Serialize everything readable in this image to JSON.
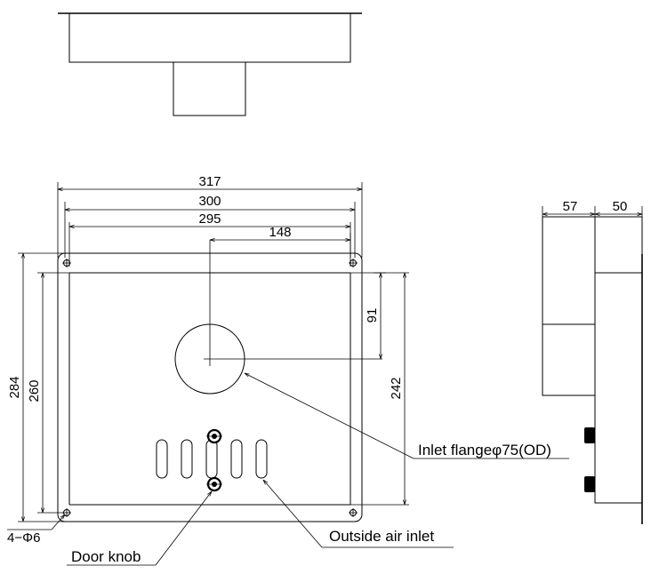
{
  "dimensions": {
    "width_overall": "317",
    "width_300": "300",
    "width_295": "295",
    "center_offset": "148",
    "height_284": "284",
    "height_260": "260",
    "height_242": "242",
    "flange_offset": "91",
    "holes": "4−Φ6",
    "side_depth": "57",
    "side_width": "50"
  },
  "labels": {
    "inlet_flange": "Inlet flangeφ75(OD)",
    "outside_air_inlet": "Outside air inlet",
    "door_knob": "Door knob"
  }
}
